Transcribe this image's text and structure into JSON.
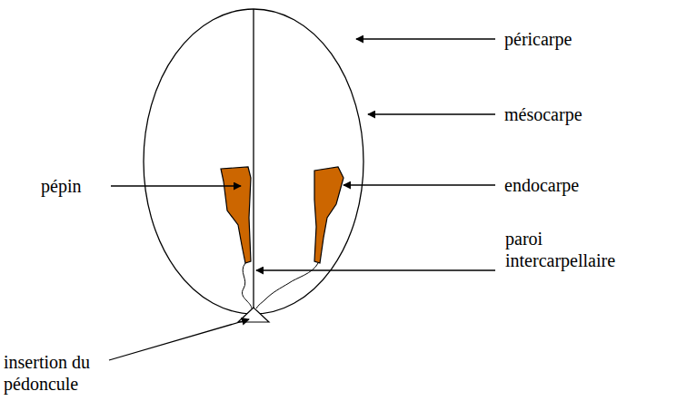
{
  "diagram": {
    "labels": [
      "péricarpe",
      "mésocarpe",
      "endocarpe",
      "pépin",
      "paroi intercarpellaire",
      "insertion du pédoncule"
    ]
  }
}
